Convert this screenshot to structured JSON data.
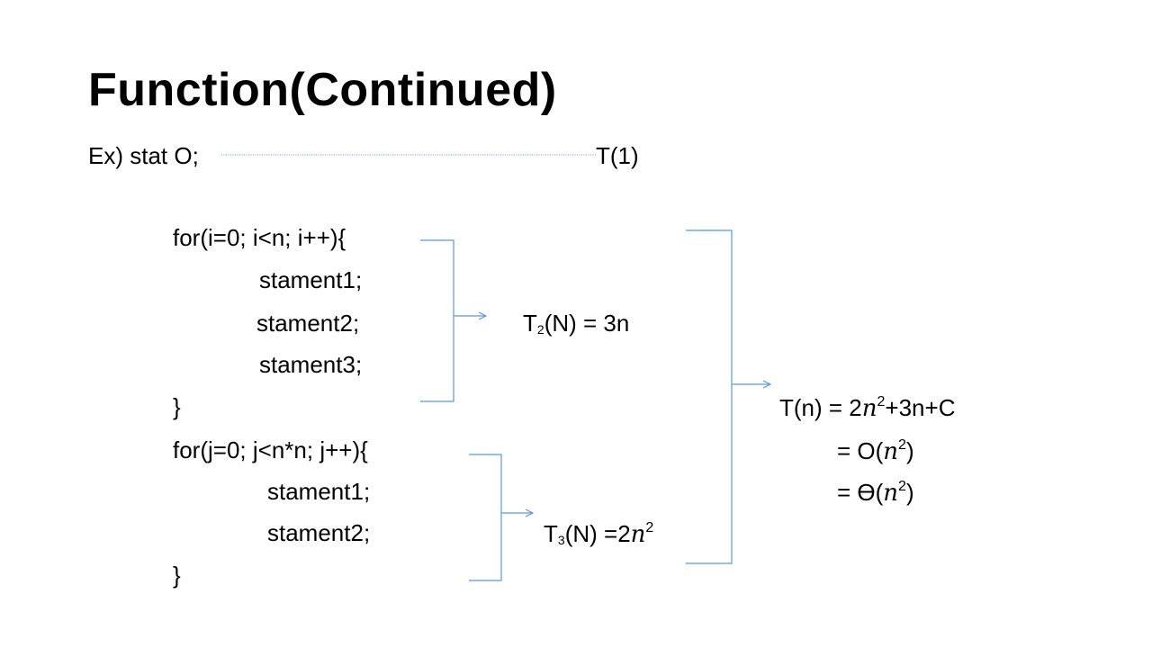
{
  "title": "Function(Continued)",
  "example": {
    "prefix": "Ex) stat O;",
    "cost": "T(1)"
  },
  "loop1": {
    "header": "for(i=0; i<n; i++){",
    "statements": [
      "stament1;",
      "stament2;",
      "stament3;"
    ],
    "close": "}",
    "cost_T": "T",
    "cost_sub": "2",
    "cost_rest": "(N) = 3n"
  },
  "loop2": {
    "header": "for(j=0; j<n*n; j++){",
    "statements": [
      "stament1;",
      "stament2;"
    ],
    "close": "}",
    "cost_T": "T",
    "cost_sub": "3",
    "cost_rest": "(N) =2",
    "cost_var": "n",
    "cost_exp": "2"
  },
  "total": {
    "line1_prefix": "T(n) = 2",
    "line1_var": "n",
    "line1_exp": "2",
    "line1_suffix": "+3n+C",
    "line2_prefix": "= O(",
    "line2_var": "n",
    "line2_exp": "2",
    "line2_suffix": ")",
    "line3_prefix": "= Ө(",
    "line3_var": "n",
    "line3_exp": "2",
    "line3_suffix": ")"
  },
  "colors": {
    "connector": "#5b9bd5",
    "text": "#000000"
  }
}
